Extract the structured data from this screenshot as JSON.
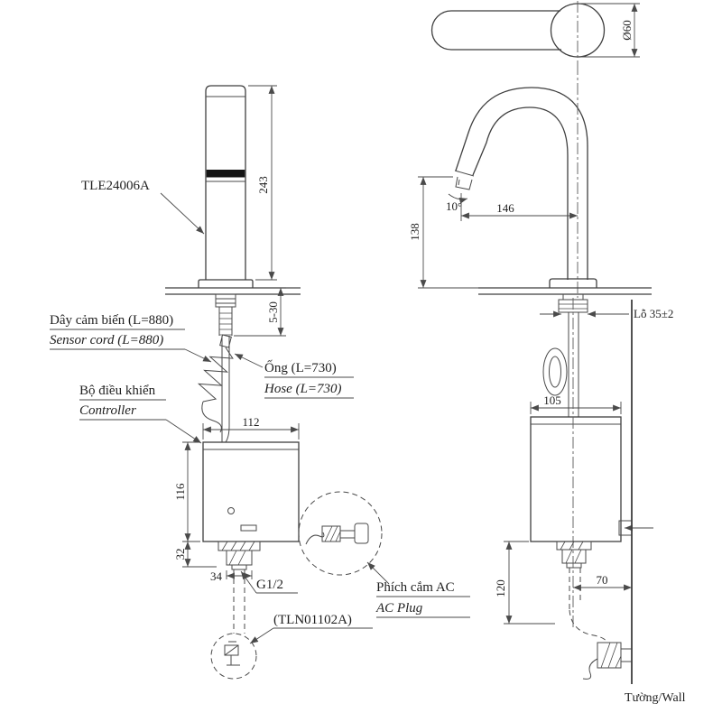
{
  "drawing_title": "TLE24006A sensor faucet installation drawing",
  "front": {
    "model": "TLE24006A",
    "dim_spout_height": "243",
    "dim_deck_thickness": "5-30",
    "sensor_cord_vi": "Dây cảm biến (L=880)",
    "sensor_cord_en": "Sensor cord (L=880)",
    "hose_vi": "Ống (L=730)",
    "hose_en": "Hose (L=730)",
    "controller_vi": "Bộ điều khiển",
    "controller_en": "Controller",
    "dim_controller_width": "112",
    "dim_controller_height": "116",
    "dim_fitting_height": "32",
    "dim_fitting_width": "34",
    "thread_label": "G1/2",
    "stop_valve_label": "(TLN01102A)",
    "ac_plug_vi": "Phích cắm AC",
    "ac_plug_en": "AC Plug"
  },
  "side": {
    "dim_spout_diameter": "Ø60",
    "dim_spout_reach": "146",
    "dim_outlet_height": "138",
    "dim_spout_angle": "10°",
    "hole_label": "Lỗ 35±2",
    "dim_controller_depth": "105",
    "dim_wall_offset": "70",
    "dim_below_controller": "120",
    "wall_label": "Tường/Wall"
  },
  "colors": {
    "line": "#3f3f3f",
    "sensor_window": "#151515",
    "background": "#ffffff"
  }
}
